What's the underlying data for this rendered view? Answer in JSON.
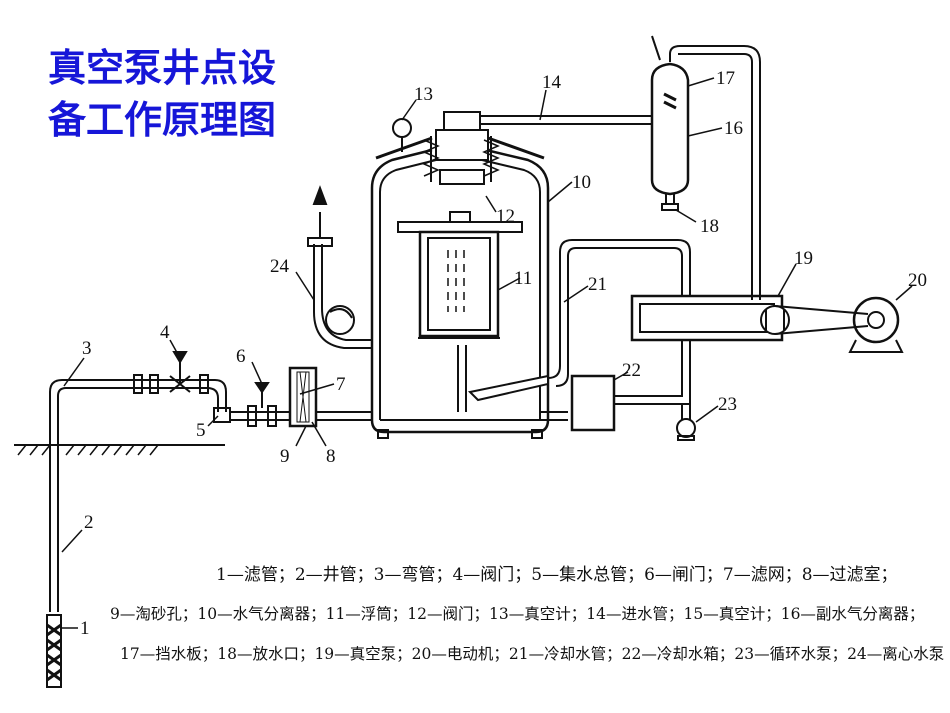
{
  "title": {
    "line1": "真空泵井点设",
    "line2": "备工作原理图"
  },
  "labels": [
    "1",
    "2",
    "3",
    "4",
    "5",
    "6",
    "7",
    "8",
    "9",
    "10",
    "11",
    "12",
    "13",
    "14",
    "16",
    "17",
    "18",
    "19",
    "20",
    "21",
    "22",
    "23",
    "24"
  ],
  "legend": {
    "line1": "1—滤管；2—井管；3—弯管；4—阀门；5—集水总管；6—闸门；7—滤网；8—过滤室；",
    "line2": "9—淘砂孔；10—水气分离器；11—浮筒；12—阀门；13—真空计；14—进水管；15—真空计；16—副水气分离器；",
    "line3": "17—挡水板；18—放水口；19—真空泵；20—电动机；21—冷却水管；22—冷却水箱；23—循环水泵；24—离心水泵"
  },
  "colors": {
    "title": "#1616d8",
    "line": "#111111"
  }
}
